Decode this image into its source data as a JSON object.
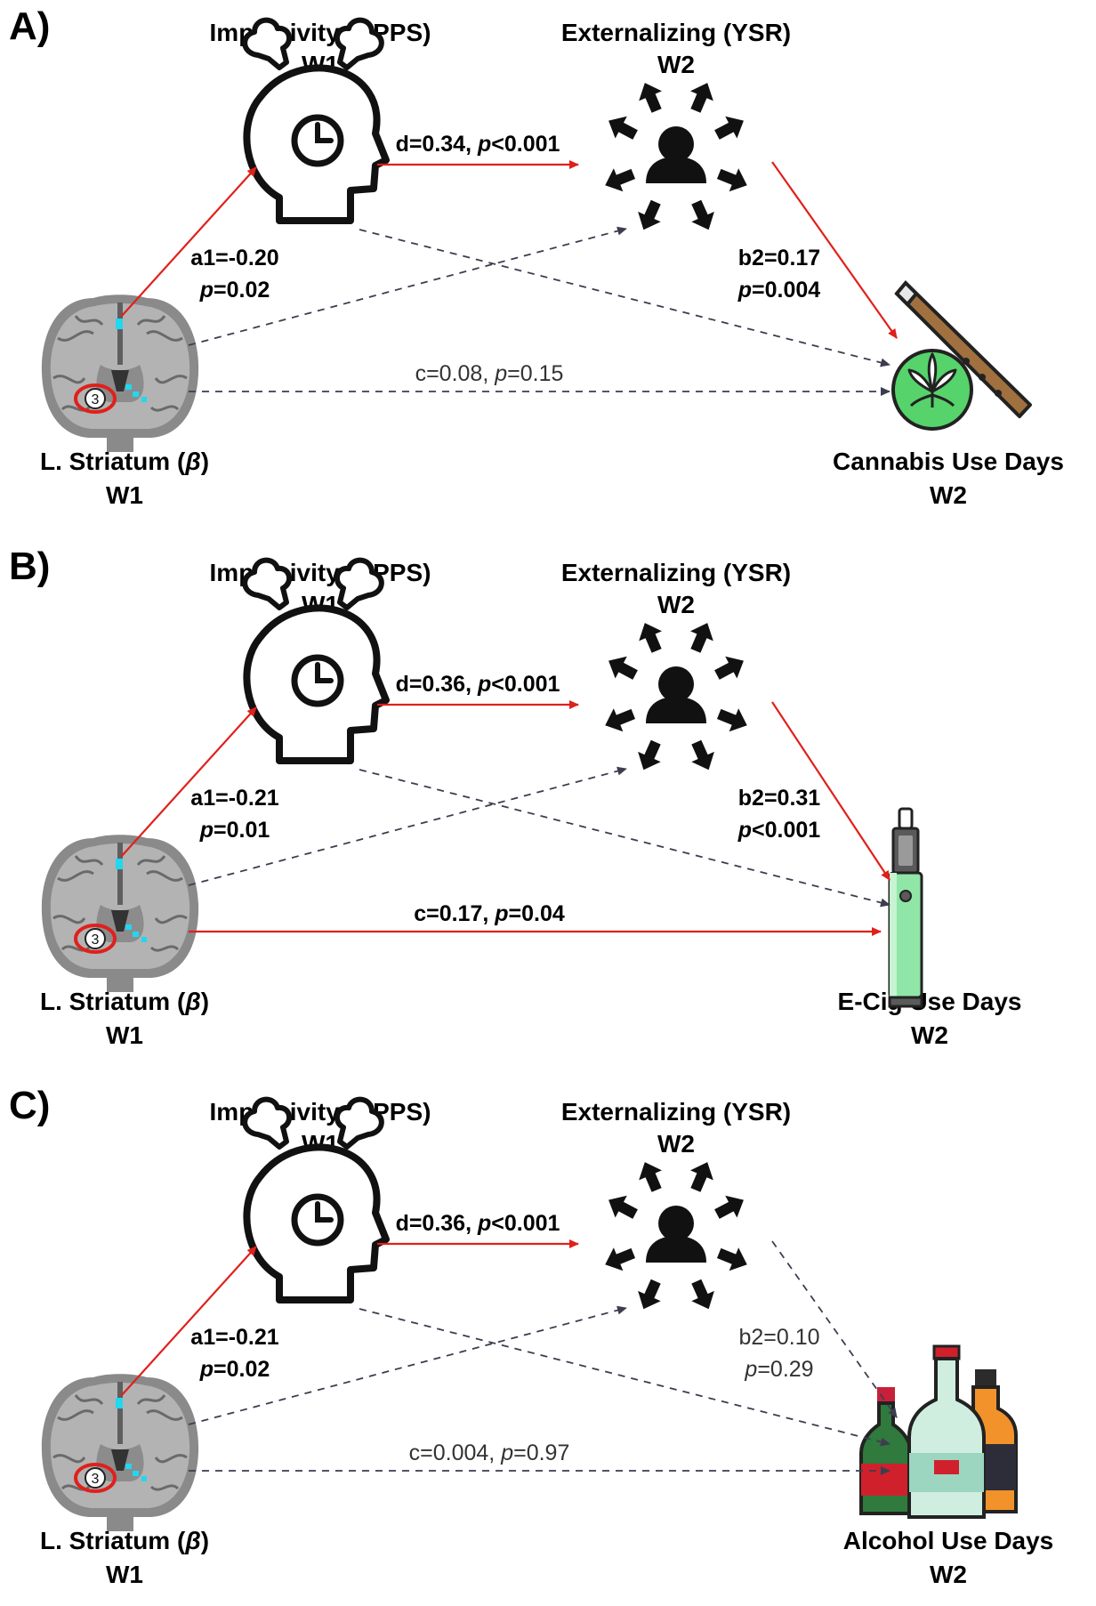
{
  "panels": [
    {
      "letter": "A)",
      "impulsivity": {
        "title": "Impulsivity (UPPS)",
        "wave": "W1"
      },
      "externalizing": {
        "title": "Externalizing (YSR)",
        "wave": "W2"
      },
      "striatum": {
        "title_pre": "L. Striatum (",
        "title_sym": "β",
        "title_post": ")",
        "wave": "W1",
        "roi_number": "3"
      },
      "outcome": {
        "title": "Cannabis Use Days",
        "wave": "W2",
        "icon": "cannabis-pipe-icon"
      },
      "paths": {
        "d": {
          "lhs": "d=0.34, ",
          "p_sym": "p",
          "rhs": "<0.001",
          "significant": true
        },
        "a1": {
          "line1": "a1=-0.20",
          "p_sym": "p",
          "line2": "=0.02",
          "significant": true
        },
        "b2": {
          "line1": "b2=0.17",
          "p_sym": "p",
          "line2": "=0.004",
          "significant": true
        },
        "c": {
          "lhs": "c=0.08, ",
          "p_sym": "p",
          "rhs": "=0.15",
          "significant": false
        }
      }
    },
    {
      "letter": "B)",
      "impulsivity": {
        "title": "Impulsivity (UPPS)",
        "wave": "W1"
      },
      "externalizing": {
        "title": "Externalizing (YSR)",
        "wave": "W2"
      },
      "striatum": {
        "title_pre": "L. Striatum (",
        "title_sym": "β",
        "title_post": ")",
        "wave": "W1",
        "roi_number": "3"
      },
      "outcome": {
        "title": "E-Cig Use Days",
        "wave": "W2",
        "icon": "e-cigarette-icon"
      },
      "paths": {
        "d": {
          "lhs": "d=0.36, ",
          "p_sym": "p",
          "rhs": "<0.001",
          "significant": true
        },
        "a1": {
          "line1": "a1=-0.21",
          "p_sym": "p",
          "line2": "=0.01",
          "significant": true
        },
        "b2": {
          "line1": "b2=0.31",
          "p_sym": "p",
          "line2": "<0.001",
          "significant": true
        },
        "c": {
          "lhs": "c=0.17, ",
          "p_sym": "p",
          "rhs": "=0.04",
          "significant": true
        }
      }
    },
    {
      "letter": "C)",
      "impulsivity": {
        "title": "Impulsivity (UPPS)",
        "wave": "W1"
      },
      "externalizing": {
        "title": "Externalizing (YSR)",
        "wave": "W2"
      },
      "striatum": {
        "title_pre": "L. Striatum (",
        "title_sym": "β",
        "title_post": ")",
        "wave": "W1",
        "roi_number": "3"
      },
      "outcome": {
        "title": "Alcohol Use Days",
        "wave": "W2",
        "icon": "alcohol-bottles-icon"
      },
      "paths": {
        "d": {
          "lhs": "d=0.36, ",
          "p_sym": "p",
          "rhs": "<0.001",
          "significant": true
        },
        "a1": {
          "line1": "a1=-0.21",
          "p_sym": "p",
          "line2": "=0.02",
          "significant": true
        },
        "b2": {
          "line1": "b2=0.10",
          "p_sym": "p",
          "line2": "=0.29",
          "significant": false
        },
        "c": {
          "lhs": "c=0.004, ",
          "p_sym": "p",
          "rhs": "=0.97",
          "significant": false
        }
      }
    }
  ],
  "colors": {
    "significant_path": "#e0201b",
    "nonsignificant_path": "#3d3d50",
    "cannabis_leaf_bg": "#56d36a",
    "ecig_green": "#8fe6a6"
  }
}
